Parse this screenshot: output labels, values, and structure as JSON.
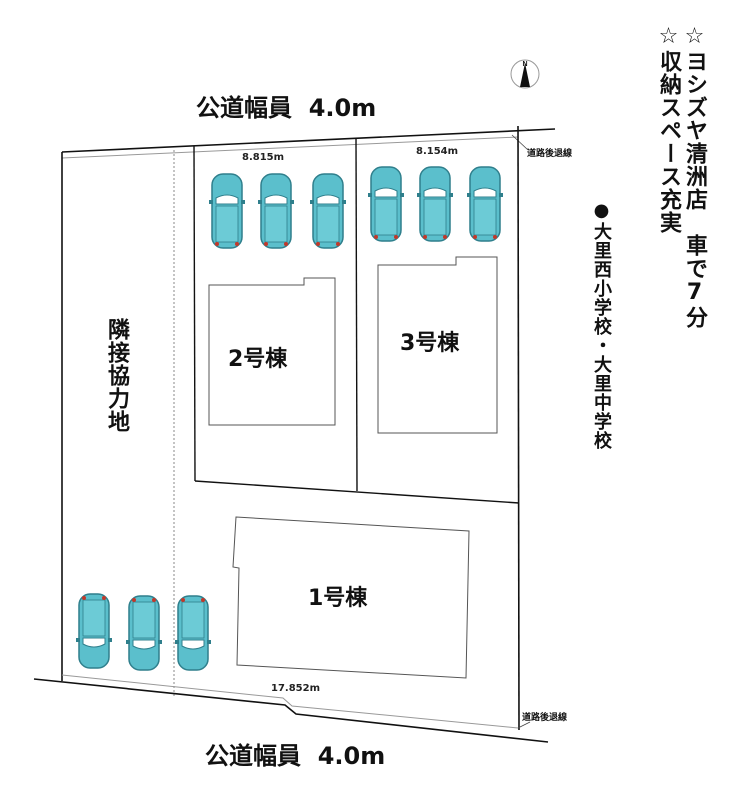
{
  "roads": {
    "top": {
      "label": "公道幅員",
      "width": "4.0m"
    },
    "bottom": {
      "label": "公道幅員",
      "width": "4.0m"
    }
  },
  "setback_labels": {
    "top": "道路後退線",
    "bottom": "道路後退線"
  },
  "dimensions": {
    "lot2_frontage": "8.815m",
    "lot3_frontage": "8.154m",
    "lot1_frontage": "17.852m"
  },
  "buildings": [
    {
      "id": "1",
      "label": "1号棟"
    },
    {
      "id": "2",
      "label": "2号棟"
    },
    {
      "id": "3",
      "label": "3号棟"
    }
  ],
  "adjacent_land": {
    "label": "隣接協力地"
  },
  "promo": {
    "line1": "☆ヨシズヤ清洲店　車で7分",
    "line2": "☆収納スペース充実",
    "schools": "●大里西小学校・大里中学校"
  },
  "north_arrow": {
    "label": "N"
  },
  "parking": {
    "count_top_lot2": 3,
    "count_top_lot3": 3,
    "count_bottom_lot1": 3
  },
  "colors": {
    "car_body": "#5bbfcc",
    "car_outline": "#2f7f8c",
    "line": "#111111",
    "setback_line": "#999999",
    "building_outline": "#555555"
  }
}
